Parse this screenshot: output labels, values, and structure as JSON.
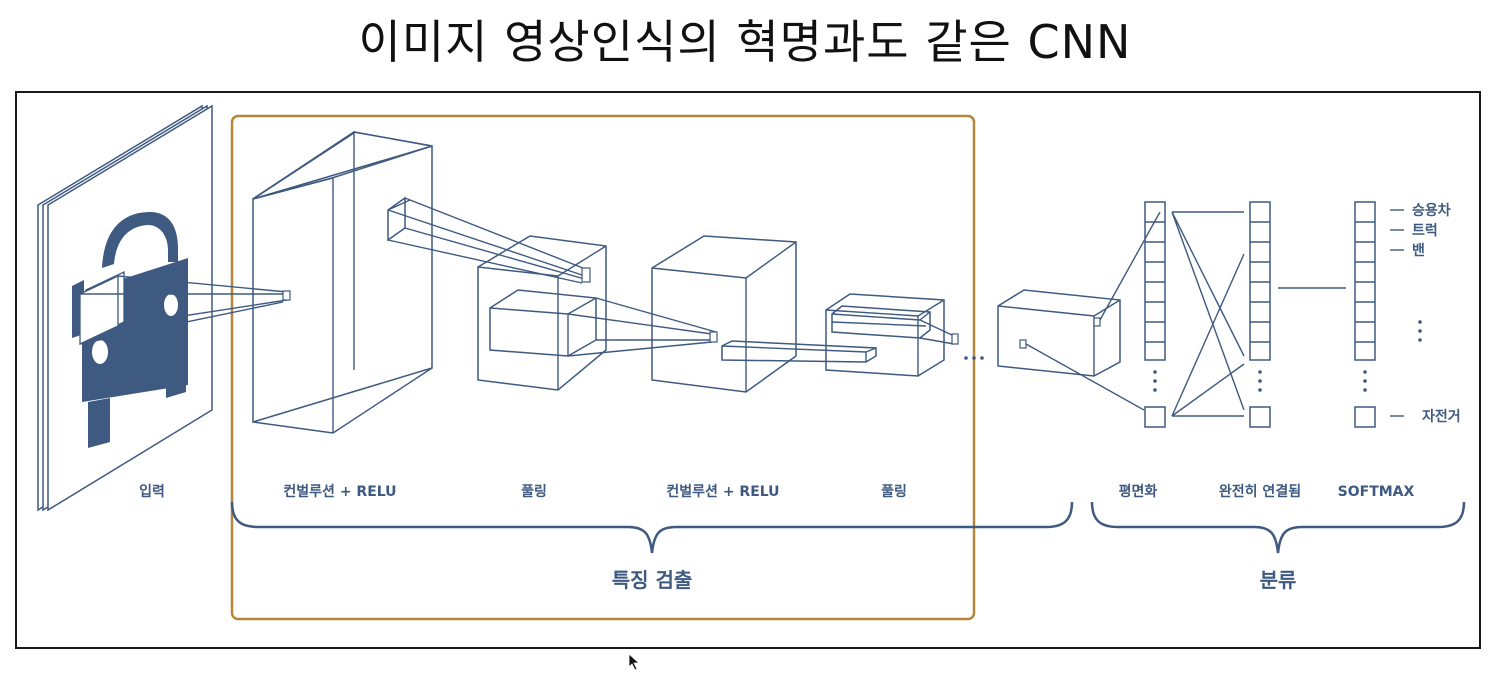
{
  "title": "이미지 영상인식의 혁명과도 같은 CNN",
  "colors": {
    "diagram": "#3e5a80",
    "feature_box": "#b5853a",
    "frame": "#1a1a1a",
    "title": "#111111"
  },
  "stages": {
    "input": "입력",
    "conv1": "컨벌루션 + RELU",
    "pool1": "풀링",
    "conv2": "컨벌루션 + RELU",
    "pool2": "풀링",
    "flatten": "평면화",
    "fully_connected": "완전히 연결됨",
    "softmax": "SOFTMAX"
  },
  "groups": {
    "feature_extraction": "특징 검출",
    "classification": "분류"
  },
  "classes": [
    "승용차",
    "트럭",
    "밴",
    "자전거"
  ],
  "icons": {
    "input_image": "car-icon",
    "pointer": "mouse-pointer-icon"
  }
}
